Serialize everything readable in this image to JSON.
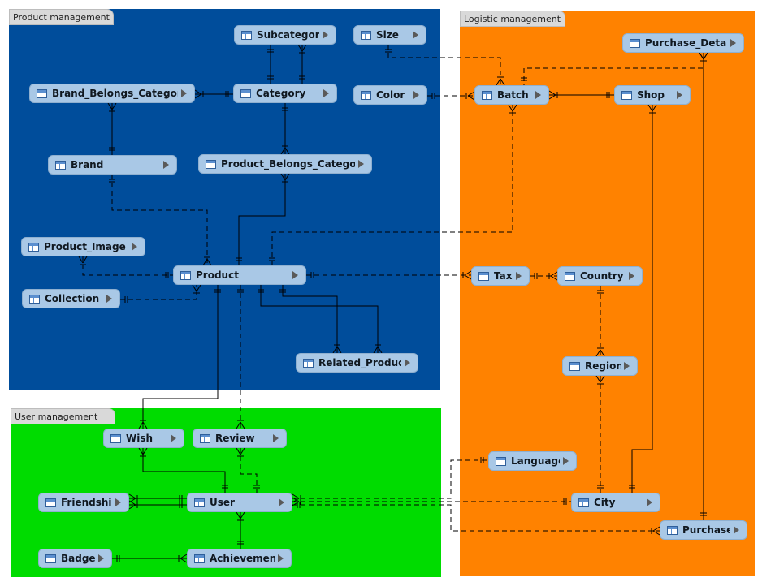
{
  "areas": [
    {
      "id": "product",
      "title": "Product management",
      "color": "#004d9b"
    },
    {
      "id": "logistic",
      "title": "Logistic management",
      "color": "#ff8200"
    },
    {
      "id": "user",
      "title": "User management",
      "color": "#00dc00"
    }
  ],
  "tables": [
    {
      "id": "subcategory",
      "name": "Subcategory"
    },
    {
      "id": "size",
      "name": "Size"
    },
    {
      "id": "brand_belongs_category",
      "name": "Brand_Belongs_Category"
    },
    {
      "id": "category",
      "name": "Category"
    },
    {
      "id": "color",
      "name": "Color"
    },
    {
      "id": "brand",
      "name": "Brand"
    },
    {
      "id": "product_belongs_category",
      "name": "Product_Belongs_Category"
    },
    {
      "id": "product_image",
      "name": "Product_Image"
    },
    {
      "id": "product",
      "name": "Product"
    },
    {
      "id": "collection",
      "name": "Collection"
    },
    {
      "id": "related_product",
      "name": "Related_Product"
    },
    {
      "id": "purchase_detail",
      "name": "Purchase_Detail"
    },
    {
      "id": "batch",
      "name": "Batch"
    },
    {
      "id": "shop",
      "name": "Shop"
    },
    {
      "id": "tax",
      "name": "Tax"
    },
    {
      "id": "country",
      "name": "Country"
    },
    {
      "id": "region",
      "name": "Region"
    },
    {
      "id": "language",
      "name": "Language"
    },
    {
      "id": "city",
      "name": "City"
    },
    {
      "id": "purchase",
      "name": "Purchase"
    },
    {
      "id": "wish",
      "name": "Wish"
    },
    {
      "id": "review",
      "name": "Review"
    },
    {
      "id": "friendship",
      "name": "Friendship"
    },
    {
      "id": "user",
      "name": "User"
    },
    {
      "id": "badge",
      "name": "Badge"
    },
    {
      "id": "achievement",
      "name": "Achievement"
    }
  ],
  "relationships": [
    {
      "from": "subcategory",
      "to": "category",
      "identifying": true,
      "from_end": "one",
      "to_end": "one"
    },
    {
      "from": "subcategory",
      "to": "category",
      "identifying": true,
      "from_end": "many",
      "to_end": "one"
    },
    {
      "from": "brand_belongs_category",
      "to": "category",
      "identifying": true,
      "from_end": "many",
      "to_end": "one"
    },
    {
      "from": "brand_belongs_category",
      "to": "brand",
      "identifying": true,
      "from_end": "many",
      "to_end": "one"
    },
    {
      "from": "category",
      "to": "product_belongs_category",
      "identifying": true,
      "from_end": "one",
      "to_end": "many"
    },
    {
      "from": "product_belongs_category",
      "to": "product",
      "identifying": true,
      "from_end": "many",
      "to_end": "one"
    },
    {
      "from": "brand",
      "to": "product",
      "identifying": false,
      "from_end": "one",
      "to_end": "many"
    },
    {
      "from": "product_image",
      "to": "product",
      "identifying": false,
      "from_end": "many",
      "to_end": "one"
    },
    {
      "from": "collection",
      "to": "product",
      "identifying": false,
      "from_end": "one",
      "to_end": "many"
    },
    {
      "from": "product",
      "to": "related_product",
      "identifying": true,
      "from_end": "one",
      "to_end": "many"
    },
    {
      "from": "product",
      "to": "related_product",
      "identifying": true,
      "from_end": "one",
      "to_end": "many"
    },
    {
      "from": "product",
      "to": "tax",
      "identifying": false,
      "from_end": "one",
      "to_end": "many"
    },
    {
      "from": "product",
      "to": "batch",
      "identifying": false,
      "from_end": "one",
      "to_end": "many"
    },
    {
      "from": "size",
      "to": "batch",
      "identifying": false,
      "from_end": "one",
      "to_end": "many"
    },
    {
      "from": "color",
      "to": "batch",
      "identifying": false,
      "from_end": "one",
      "to_end": "many"
    },
    {
      "from": "purchase_detail",
      "to": "batch",
      "identifying": true,
      "from_end": "many",
      "to_end": "one"
    },
    {
      "from": "batch",
      "to": "shop",
      "identifying": false,
      "from_end": "many",
      "to_end": "one"
    },
    {
      "from": "tax",
      "to": "country",
      "identifying": true,
      "from_end": "many",
      "to_end": "one"
    },
    {
      "from": "country",
      "to": "region",
      "identifying": false,
      "from_end": "one",
      "to_end": "many"
    },
    {
      "from": "region",
      "to": "city",
      "identifying": false,
      "from_end": "one",
      "to_end": "many"
    },
    {
      "from": "shop",
      "to": "city",
      "identifying": false,
      "from_end": "many",
      "to_end": "one"
    },
    {
      "from": "purchase_detail",
      "to": "purchase",
      "identifying": true,
      "from_end": "many",
      "to_end": "one"
    },
    {
      "from": "user",
      "to": "language",
      "identifying": false,
      "from_end": "many",
      "to_end": "one"
    },
    {
      "from": "user",
      "to": "city",
      "identifying": false,
      "from_end": "many",
      "to_end": "one"
    },
    {
      "from": "user",
      "to": "purchase",
      "identifying": false,
      "from_end": "one",
      "to_end": "many"
    },
    {
      "from": "product",
      "to": "wish",
      "identifying": true,
      "from_end": "one",
      "to_end": "many"
    },
    {
      "from": "product",
      "to": "review",
      "identifying": false,
      "from_end": "one",
      "to_end": "many"
    },
    {
      "from": "wish",
      "to": "user",
      "identifying": true,
      "from_end": "many",
      "to_end": "one"
    },
    {
      "from": "review",
      "to": "user",
      "identifying": false,
      "from_end": "many",
      "to_end": "one"
    },
    {
      "from": "friendship",
      "to": "user",
      "identifying": true,
      "from_end": "many",
      "to_end": "one"
    },
    {
      "from": "friendship",
      "to": "user",
      "identifying": true,
      "from_end": "many",
      "to_end": "one"
    },
    {
      "from": "achievement",
      "to": "user",
      "identifying": true,
      "from_end": "many",
      "to_end": "one"
    },
    {
      "from": "badge",
      "to": "achievement",
      "identifying": true,
      "from_end": "one",
      "to_end": "many"
    }
  ],
  "icons": {
    "table": "table-icon",
    "expand": "expand-arrow-icon"
  },
  "colors": {
    "table_fill": "#a9c8e6",
    "line": "#000000",
    "tab": "#d9d9d9"
  }
}
